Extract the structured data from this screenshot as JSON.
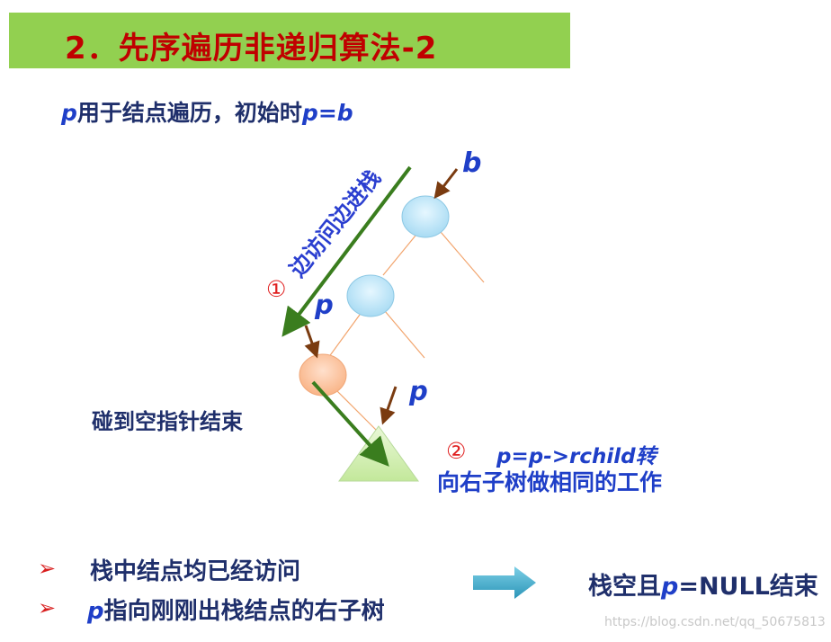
{
  "title": "2．先序遍历非递归算法-2",
  "intro": {
    "p": "p",
    "text1": "用于结点遍历，初始时",
    "p_eq_b": "p=b"
  },
  "labels": {
    "b": "b",
    "p1": "p",
    "p2": "p",
    "step1_num": "①",
    "step1_text": "边访问边进栈",
    "hit_null": "碰到空指针结束",
    "step2_num": "②",
    "step2_line1": "p=p->rchild转",
    "step2_line2": "向右子树做相同的工作"
  },
  "bullets": {
    "mark": "➢",
    "item1": "栈中结点均已经访问",
    "item2_p": "p",
    "item2_text": "指向刚刚出栈结点的右子树"
  },
  "conclusion": {
    "prefix": "栈空且",
    "p": "p",
    "suffix": "=NULL结束"
  },
  "watermark": "https://blog.csdn.net/qq_50675813",
  "colors": {
    "title_bg": "#92d050",
    "title_text": "#c00000",
    "node_blue": "#bde6f8",
    "node_orange": "#fcc7a3",
    "triangle": "#d4f0b0",
    "green_arrow": "#3a7d1e",
    "brown_arrow": "#7a3b10",
    "block_arrow": "#3aa9c9"
  }
}
